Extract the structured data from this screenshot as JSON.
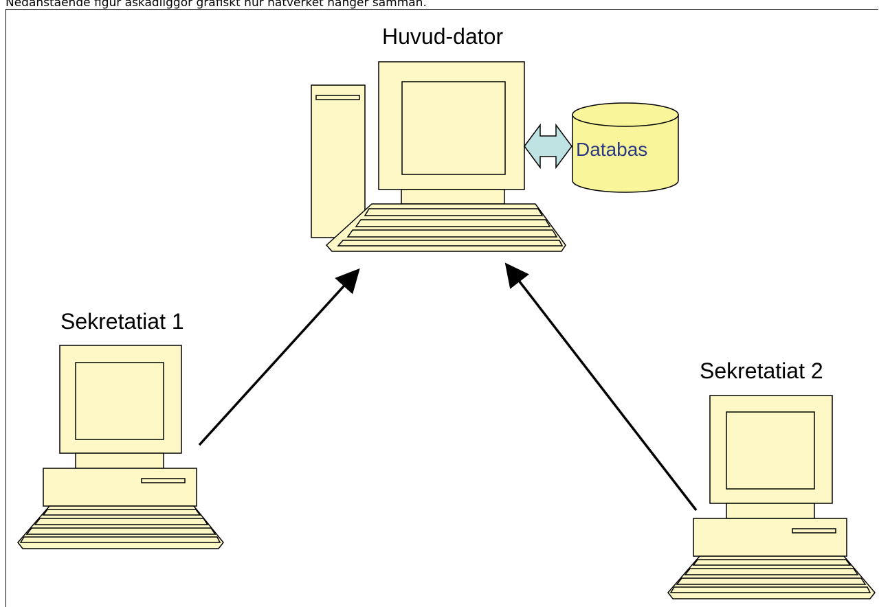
{
  "caption": "Nedanstående figur åskådliggör grafiskt hur nätverket hänger samman.",
  "nodes": {
    "main": {
      "label": "Huvud-dator",
      "icon": "desktop-tower-computer-icon"
    },
    "database": {
      "label": "Databas",
      "icon": "database-cylinder-icon"
    },
    "secretariat1": {
      "label": "Sekretatiat 1",
      "icon": "desktop-computer-icon"
    },
    "secretariat2": {
      "label": "Sekretatiat 2",
      "icon": "desktop-computer-icon"
    }
  },
  "colors": {
    "computer_fill": "#fdf8c6",
    "database_fill": "#f9f59a",
    "double_arrow_fill": "#bfe3e3",
    "outline": "#000000",
    "db_text": "#2b3a82"
  }
}
